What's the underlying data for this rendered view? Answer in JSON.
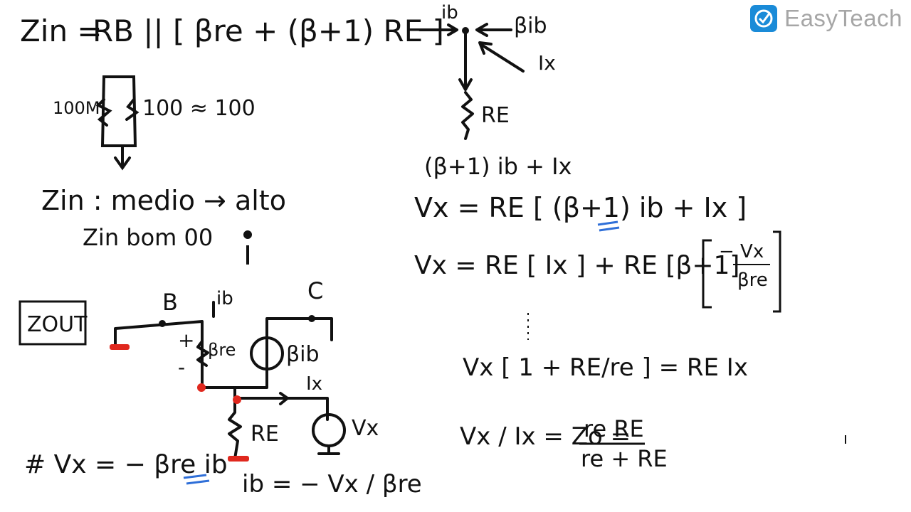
{
  "brand": {
    "name": "EasyTeach",
    "icon": "pencil-check-icon",
    "color": "#1a8bd8"
  },
  "left": {
    "zin_formula": "Zin = RB || [ βre + (β+1) RE ]",
    "zin_lhs": "Zin =",
    "zin_rhs": "RB || [ βre + (β+1) RE ]",
    "divider_left": "100M",
    "divider_right": "100 ≈ 100",
    "zin_medium": "Zin : medio → alto",
    "zin_bom": "Zin bom 00",
    "zout_box": "ZOUT",
    "node_b": "B",
    "node_c": "C",
    "ib": "ib",
    "bre": "βre",
    "bib": "βib",
    "ix": "Ix",
    "vx_source": "Vx",
    "re": "RE",
    "plus": "+",
    "minus": "-",
    "eq_vx": "# Vx = − βre ib",
    "eq_ib": "ib = − Vx / βre"
  },
  "right": {
    "ib_top": "ib",
    "bib_top": "βib",
    "ix_top": "Ix",
    "re_top": "RE",
    "sum": "(β+1) ib + Ix",
    "eq1": "Vx = RE [ (β+1) ib + Ix ]",
    "eq2_a": "Vx = RE [ Ix ] + RE [β+1]",
    "eq2_frac_num": "− Vx",
    "eq2_frac_den": "βre",
    "eq3": "Vx [ 1 + RE/re ] = RE Ix",
    "eq4_lhs": "Vx / Ix = Zo =",
    "eq4_num": "re RE",
    "eq4_den": "re + RE"
  },
  "colors": {
    "ink": "#111111",
    "red": "#e0281e",
    "blue": "#2f6fd8"
  }
}
